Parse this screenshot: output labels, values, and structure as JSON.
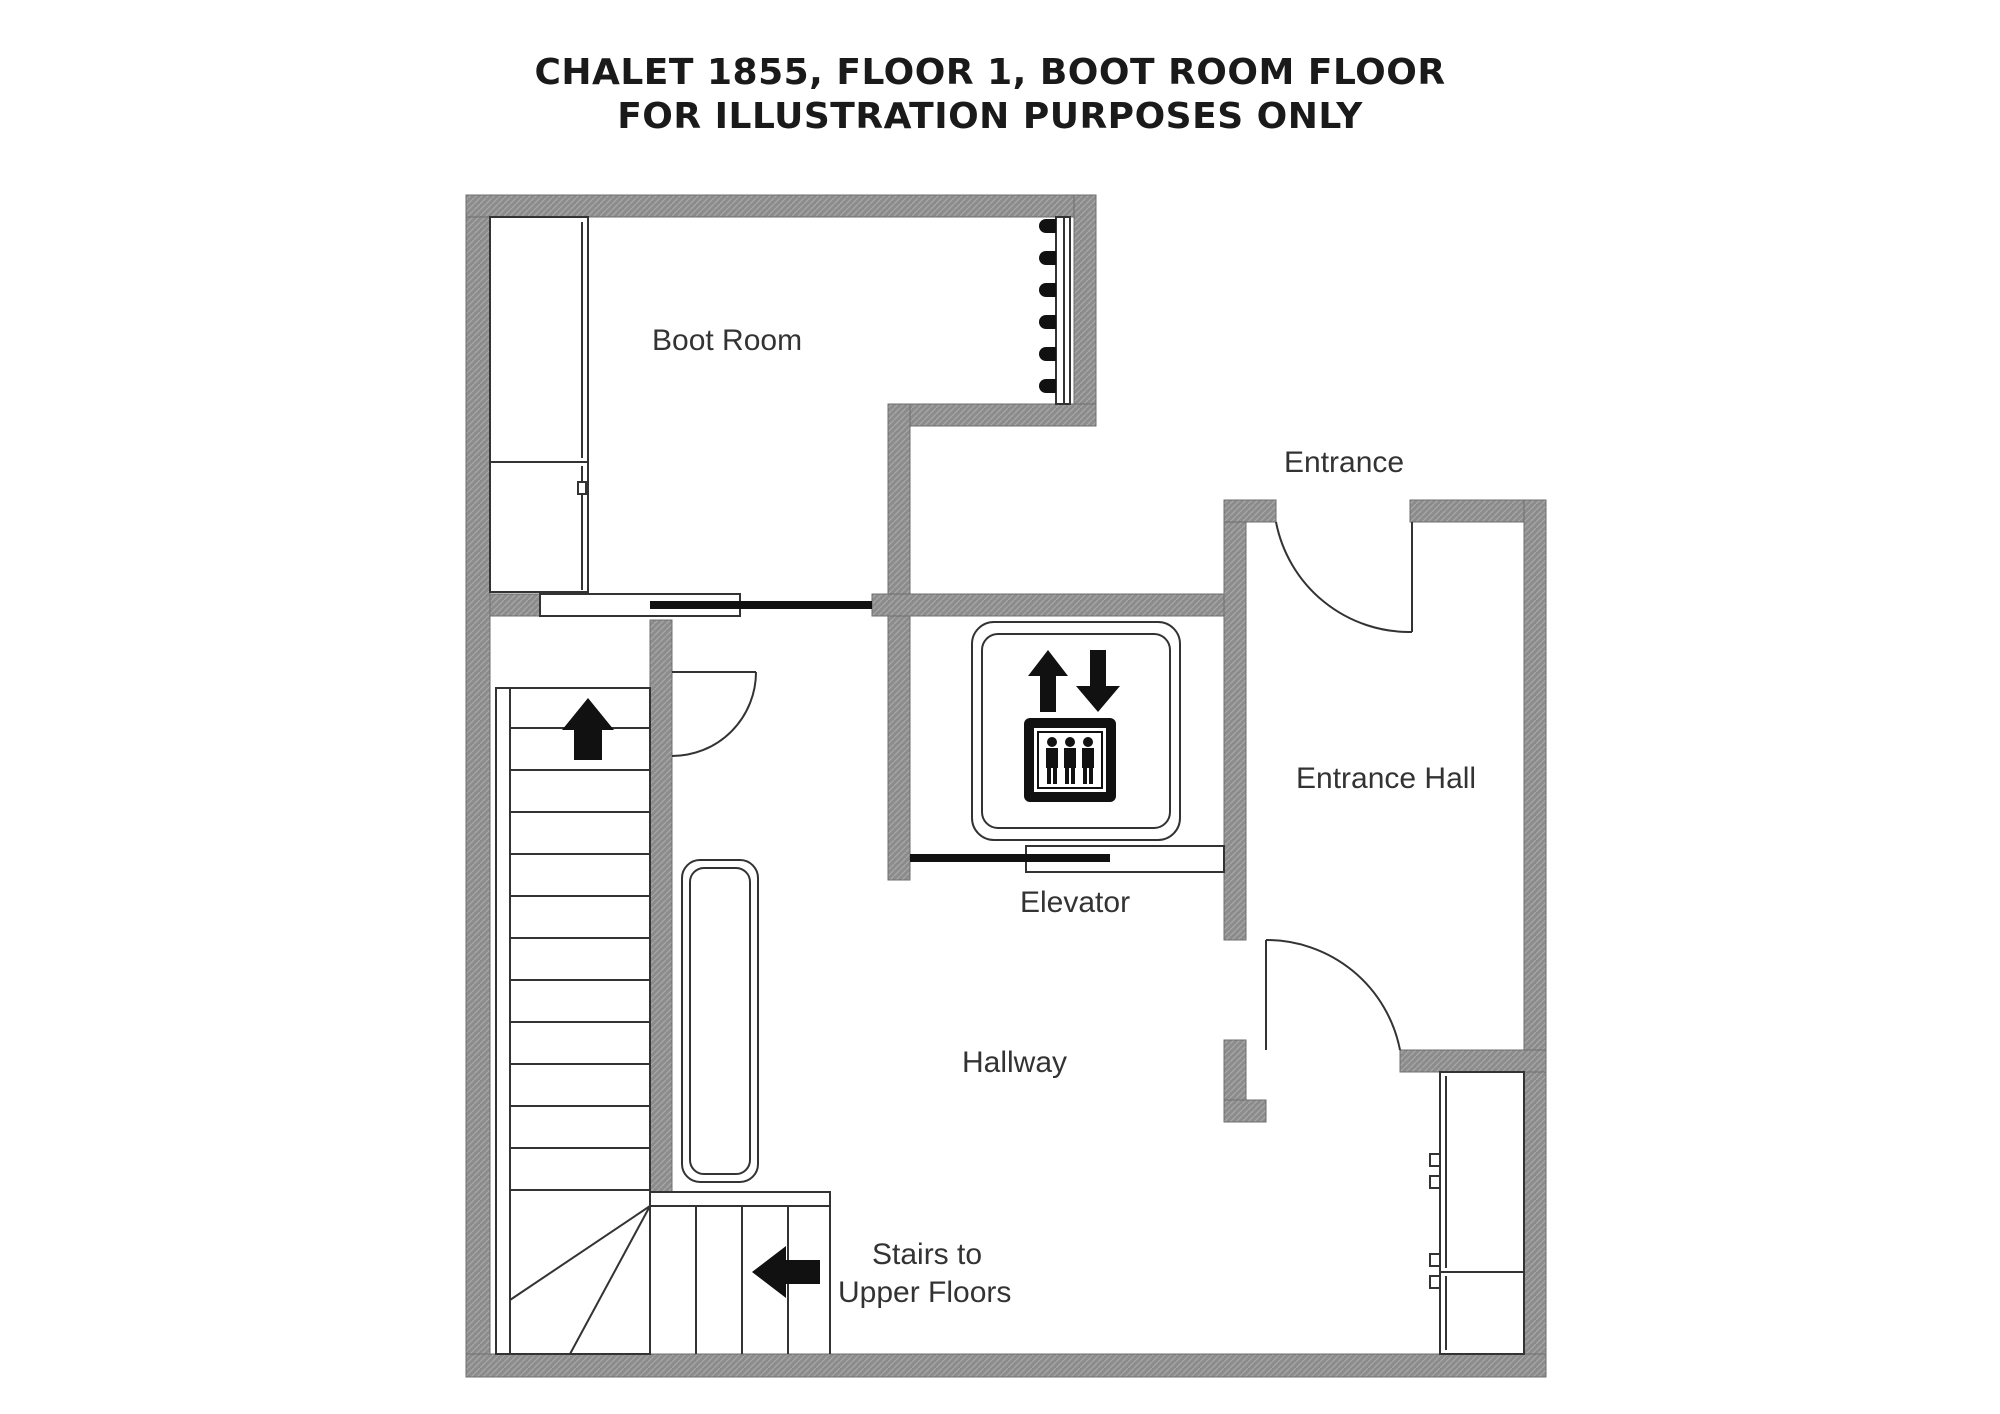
{
  "title": {
    "line1": "CHALET 1855, FLOOR 1, BOOT ROOM FLOOR",
    "line2": "FOR ILLUSTRATION PURPOSES ONLY"
  },
  "rooms": {
    "boot_room": "Boot Room",
    "entrance": "Entrance",
    "entrance_hall": "Entrance Hall",
    "elevator": "Elevator",
    "hallway": "Hallway",
    "stairs_line1": "Stairs to",
    "stairs_line2": "Upper Floors"
  },
  "colors": {
    "wall": "#8a8a8a",
    "wall_edge": "#6e6e6e",
    "line": "#222222",
    "text": "#333333"
  },
  "icons": [
    "elevator-icon",
    "up-arrow-icon",
    "left-arrow-icon"
  ]
}
